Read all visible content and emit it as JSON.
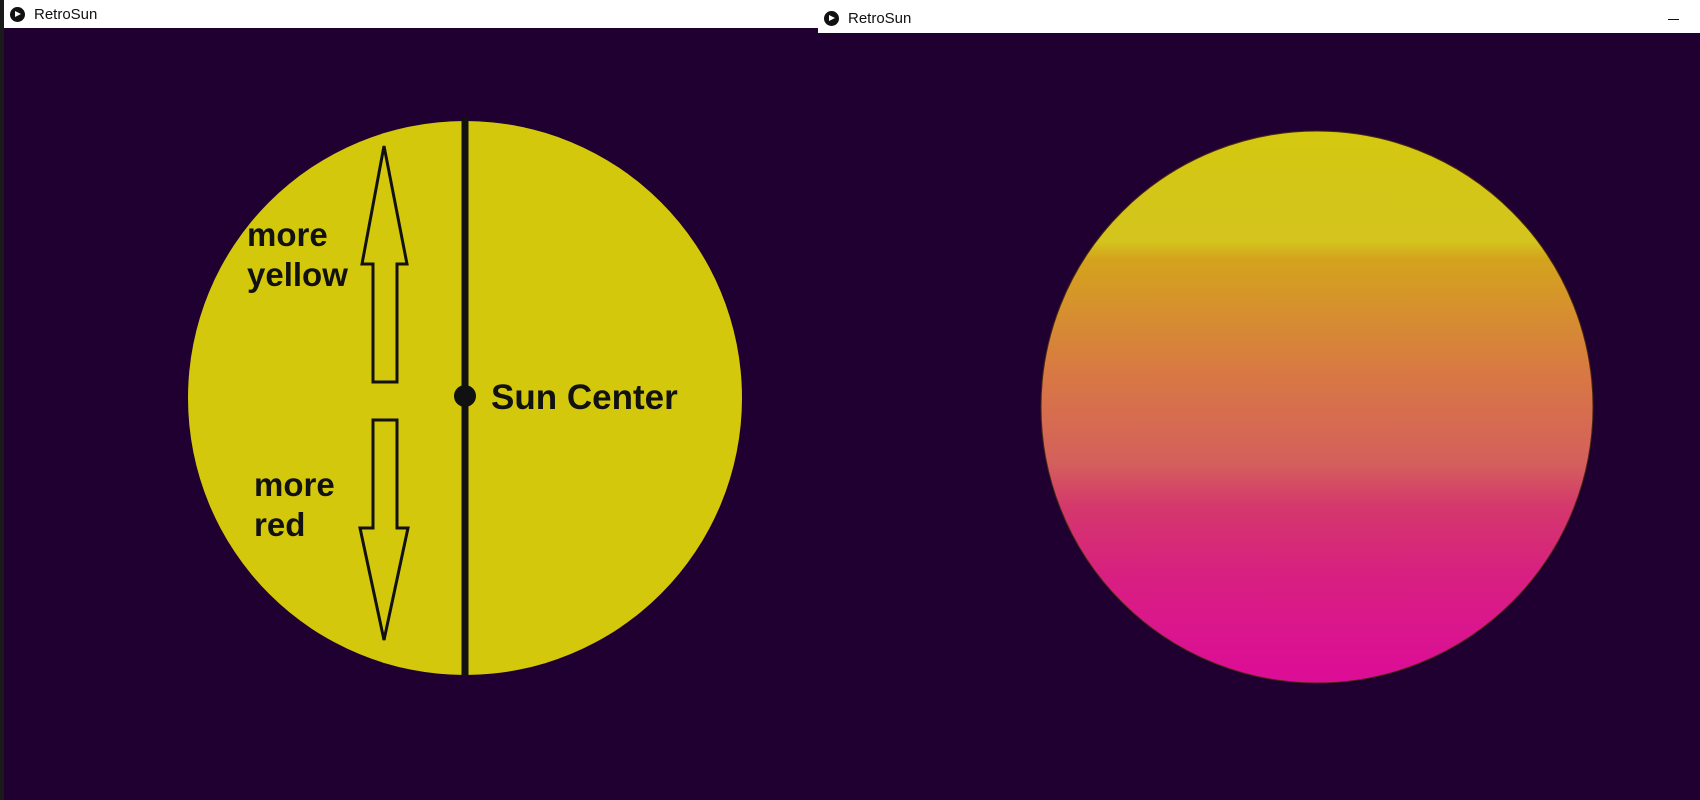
{
  "windows": [
    {
      "title": "RetroSun",
      "icon": "processing-play-icon",
      "sun_color": "#d4c80c",
      "labels": {
        "more_yellow_line1": "more",
        "more_yellow_line2": "yellow",
        "more_red_line1": "more",
        "more_red_line2": "red",
        "sun_center": "Sun Center"
      }
    },
    {
      "title": "RetroSun",
      "icon": "processing-play-icon",
      "minimize_icon": "minimize-icon",
      "gradient_colors": [
        "#d4c810",
        "#d4a41c",
        "#d87844",
        "#d4386c",
        "#dc0c98"
      ]
    }
  ],
  "colors": {
    "background": "#200030",
    "titlebar": "#ffffff",
    "outline": "#111111"
  }
}
